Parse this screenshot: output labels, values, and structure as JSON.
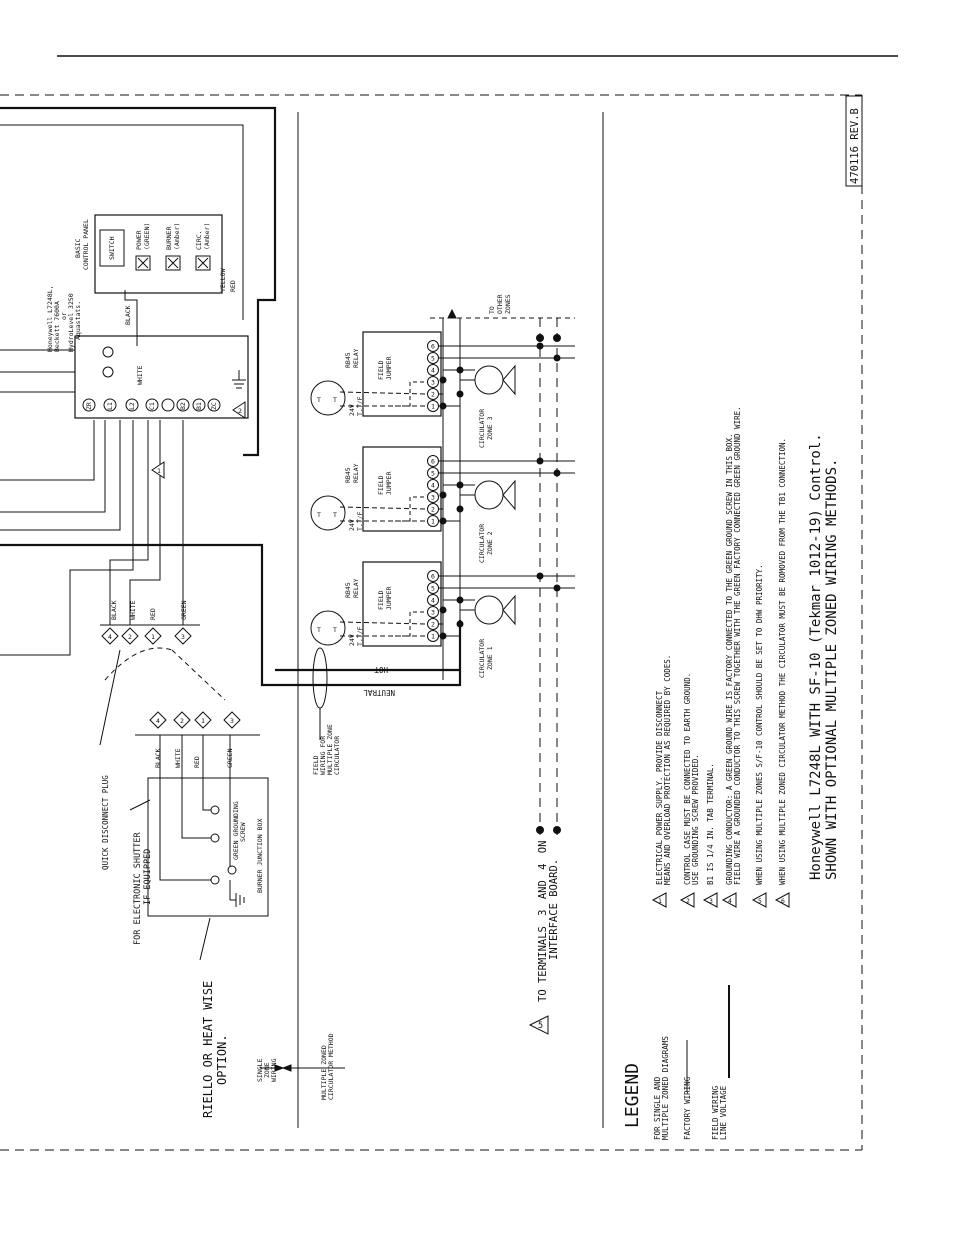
{
  "diagram": {
    "revision_tag": "470116 REV.B",
    "title_line1": "Honeywell L7248L WITH SF-10 (Tekmar 1012-19) Control.",
    "title_line2": "SHOWN WITH OPTIONAL MULTIPLE ZONED WIRING METHODS.",
    "legend": {
      "heading": "LEGEND",
      "sub1": "FOR SINGLE AND",
      "sub2": "MULTIPLE ZONED DIAGRAMS",
      "factory": "FACTORY WIRING",
      "field1": "FIELD WIRING",
      "field2": "LINE VOLTAGE"
    },
    "notes": [
      {
        "num": "1",
        "lines": [
          "ELECTRICAL POWER SUPPLY.  PROVIDE DISCONNECT",
          "MEANS AND OVERLOAD PROTECTION AS REQUIRED BY CODES."
        ]
      },
      {
        "num": "2",
        "lines": [
          "CONTROL CASE MUST BE CONNECTED TO EARTH GROUND.",
          "USE GROUNDING SCREW PROVIDED."
        ]
      },
      {
        "num": "3",
        "lines": [
          "B1 IS 1/4 IN. TAB TERMINAL."
        ]
      },
      {
        "num": "4",
        "lines": [
          "GROUNDING CONDUCTOR:  A GREEN GROUND WIRE IS FACTORY CONNECTED TO THE GREEN GROUND SCREW IN THIS BOX.",
          "FIELD WIRE A GROUNDED CONDUCTOR TO THIS SCREW TOGETHER WITH THE GREEN FACTORY CONNECTED GREEN GROUND WIRE."
        ]
      },
      {
        "num": "5",
        "lines": [
          "WHEN USING MULTIPLE ZONES S/F-10 CONTROL SHOULD BE SET TO DHW PRIORITY."
        ]
      },
      {
        "num": "6",
        "lines": [
          "WHEN USING MULTIPLE ZONED CIRCULATOR METHOD THE CIRCULATOR MUST BE ROMOVED FROM THE TB1 CONNECTION."
        ]
      }
    ],
    "control": {
      "model1": "Honeywell L7248L,",
      "model2": "Beckett 7600A",
      "model3": "or",
      "model4": "HydroLevel 3250",
      "model5": "Aquastats.",
      "terminals": [
        "ZR",
        "L1",
        "L2",
        "C1",
        "B2",
        "B1",
        "ZC"
      ],
      "wire_black": "BLACK",
      "wire_white": "WHITE",
      "wire_yellow": "YELLOW",
      "wire_red": "RED"
    },
    "panel": {
      "title1": "BASIC",
      "title2": "CONTROL PANEL",
      "switch": "SWITCH",
      "power1": "POWER",
      "power2": "(GREEN)",
      "burner1": "BURNER",
      "burner2": "(Amber)",
      "circ1": "CIRC.",
      "circ2": "(Amber)"
    },
    "plug": {
      "label": "QUICK DISCONNECT PLUG",
      "pins": [
        "4",
        "2",
        "1",
        "3"
      ],
      "wires": [
        "BLACK",
        "WHITE",
        "RED",
        "GREEN"
      ]
    },
    "junction": {
      "shutter1": "FOR ELECTRONIC SHUTTER",
      "shutter2": "IF EQUIPPED",
      "ground1": "GREEN GROUNDING",
      "ground2": "SCREW",
      "box": "BURNER JUNCTION BOX",
      "option1": "RIELLO OR HEAT WISE",
      "option2": "OPTION."
    },
    "zones": {
      "relay1": "RB45",
      "relay2": "RELAY",
      "jumper1": "FIELD",
      "jumper2": "JUMPER",
      "tstat1": "24V",
      "tstat2": "T.T/F",
      "tt": "T",
      "terminals": [
        "1",
        "2",
        "3",
        "4",
        "5",
        "6"
      ],
      "circ_label": "CIRCULATOR",
      "zone_names": [
        "ZONE 1",
        "ZONE 2",
        "ZONE 3"
      ],
      "to1": "TO",
      "to2": "OTHER",
      "to3": "ZONES",
      "hot": "HOT",
      "neutral": "NEUTRAL",
      "field1": "FIELD",
      "field2": "WIRING FOR",
      "field3": "MULTIPLE ZONE",
      "field4": "CIRCULATOR"
    },
    "methods": {
      "single1": "SINGLE",
      "single2": "ZONE",
      "single3": "WIRING",
      "multi1": "MULTIPLE ZONED",
      "multi2": "CIRCULATOR METHOD"
    },
    "interface": {
      "line1": "TO TERMINALS",
      "t3": "3",
      "and": "AND",
      "t4": "4",
      "on": "ON",
      "line2": "INTERFACE BOARD.",
      "note": "5"
    },
    "callouts": [
      "1",
      "2",
      "3",
      "4",
      "6"
    ]
  }
}
